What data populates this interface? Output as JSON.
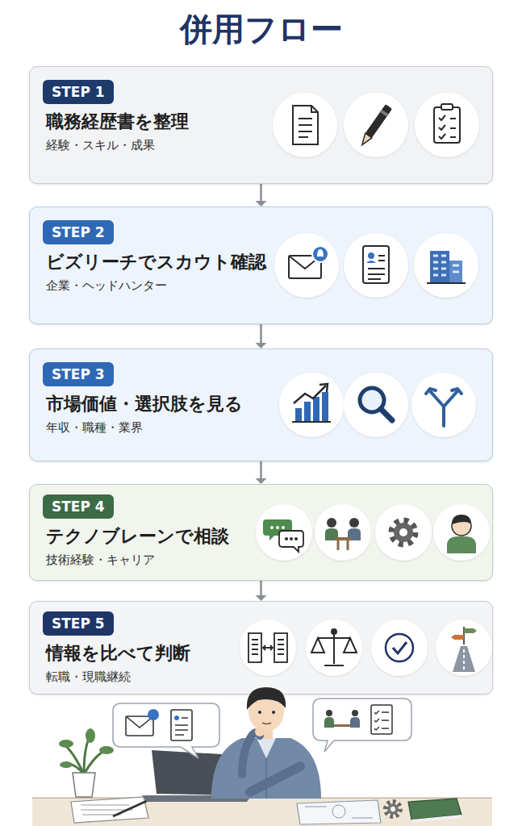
{
  "diagram": {
    "title": "併用フロー",
    "nodes": [
      {
        "text": [
          "職務経歴書を整理",
          "経験・スキル・成果"
        ]
      },
      {
        "text": [
          "STEP 1"
        ],
        "in": 0
      },
      {
        "text": [
          "ビズリーチでスカウト確認",
          "企業・ヘッドハンター"
        ]
      },
      {
        "text": [
          "STEP 2"
        ],
        "in": 2
      },
      {
        "text": [
          "市場価値・選択肢を見る",
          "年収・職種・業界"
        ]
      },
      {
        "text": [
          "STEP 3"
        ],
        "in": 4
      },
      {
        "text": [
          "テクノブレーンで相談",
          "技術経験・キャリア"
        ]
      },
      {
        "text": [
          "STEP 4"
        ],
        "in": 6
      },
      {
        "text": [
          "情報を比べて判断",
          "転職・現職継続"
        ]
      },
      {
        "text": [
          "STEP 5"
        ],
        "in": 8
      }
    ],
    "edges": [
      {
        "from": 0,
        "to": 2,
        "arrow": "to"
      },
      {
        "from": 2,
        "to": 4,
        "arrow": "to"
      },
      {
        "from": 4,
        "to": 6,
        "arrow": "to"
      },
      {
        "from": 6,
        "to": 8,
        "arrow": "to"
      }
    ]
  }
}
